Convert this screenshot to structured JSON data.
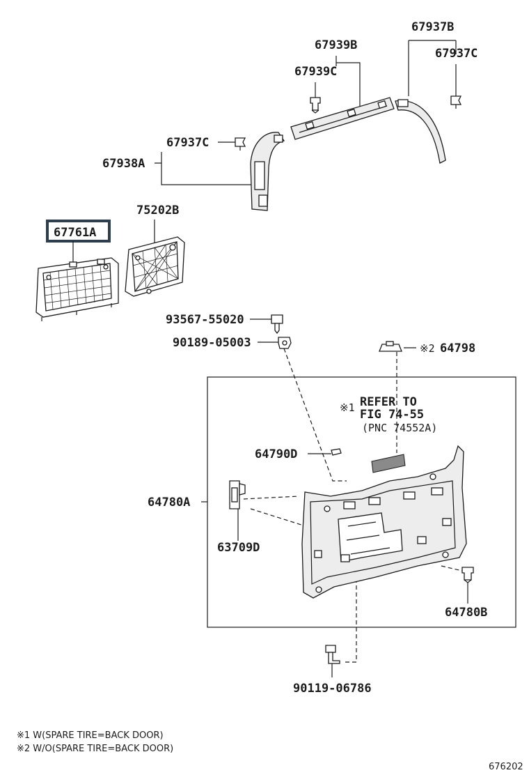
{
  "diagram": {
    "parts": {
      "p67937B": "67937B",
      "p67939B": "67939B",
      "p67937C_top": "67937C",
      "p67939C": "67939C",
      "p67937C_left": "67937C",
      "p67938A": "67938A",
      "p75202B": "75202B",
      "p67761A": "67761A",
      "p93567": "93567-55020",
      "p90189": "90189-05003",
      "p64798": "64798",
      "p64790D": "64790D",
      "p64780A": "64780A",
      "p63709D": "63709D",
      "p64780B": "64780B",
      "p90119": "90119-06786"
    },
    "highlighted_part": "67761A",
    "marks": {
      "mark1": "※1",
      "mark2": "※2"
    },
    "refer": {
      "line1": "REFER TO",
      "line2": "FIG 74-55",
      "line3": "(PNC 74552A)"
    },
    "footnotes": {
      "note1": "※1 W(SPARE TIRE=BACK DOOR)",
      "note2": "※2 W/O(SPARE TIRE=BACK DOOR)"
    },
    "figure_number": "676202"
  }
}
